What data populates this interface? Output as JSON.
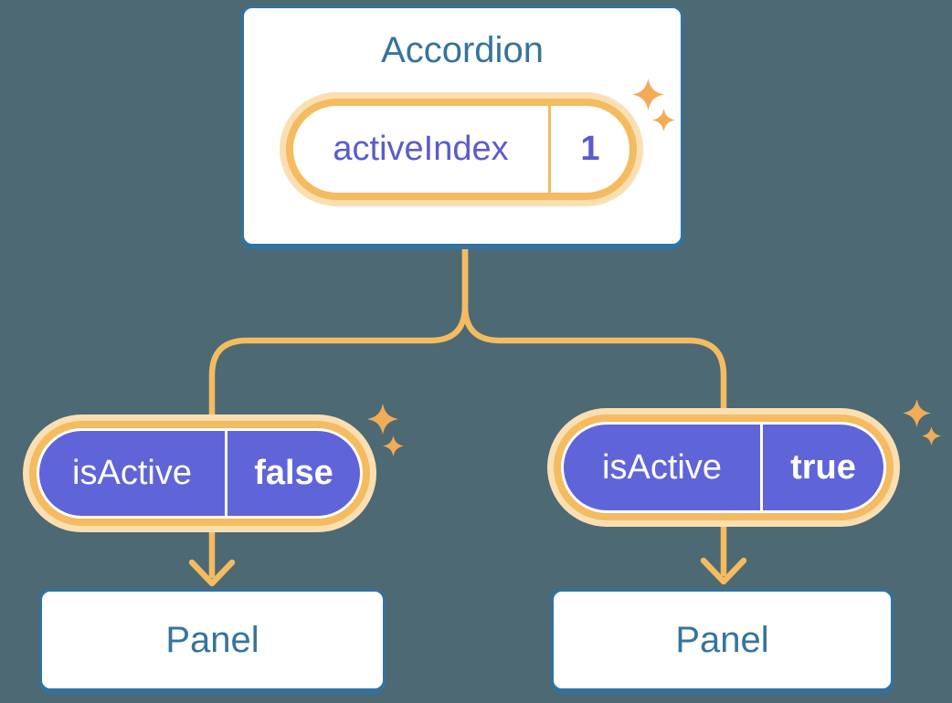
{
  "theme": {
    "background": "#4C6974",
    "card_bg": "#FFFFFF",
    "blue": "#35749E",
    "blue_border": "#33729F",
    "orange": "#F4BB60",
    "orange_glow": "#FBDFB2",
    "sparkle": "#F2AC55",
    "purple": "#6064D9",
    "purple_text": "#5A5CCE",
    "white_text": "#FFFFFF"
  },
  "accordion": {
    "title": "Accordion",
    "state": {
      "name": "activeIndex",
      "value": "1"
    }
  },
  "branches": [
    {
      "prop_name": "isActive",
      "prop_value": "false",
      "panel_label": "Panel"
    },
    {
      "prop_name": "isActive",
      "prop_value": "true",
      "panel_label": "Panel"
    }
  ]
}
